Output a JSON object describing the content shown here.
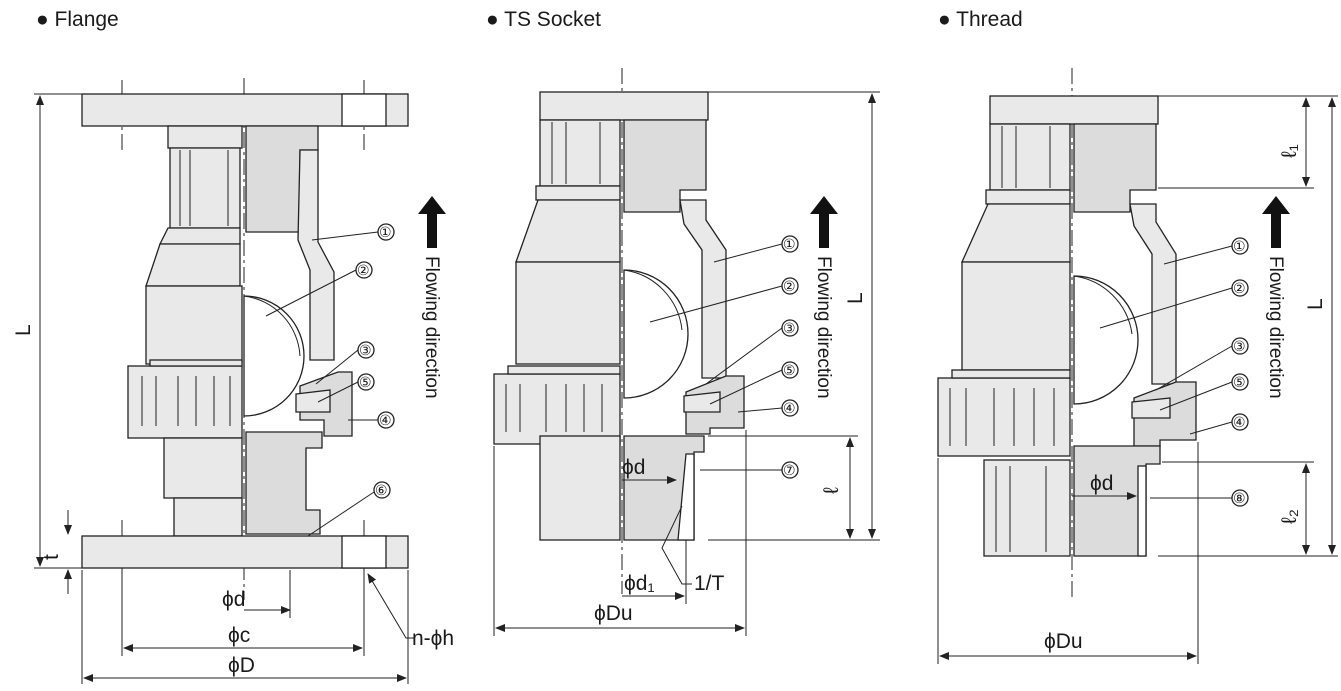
{
  "panels": [
    {
      "title": "● Flange",
      "labels": [
        "L",
        "t",
        "ϕd",
        "ϕc",
        "ϕD",
        "n-ϕh"
      ],
      "parts": [
        "①",
        "②",
        "③",
        "⑤",
        "④",
        "⑥"
      ]
    },
    {
      "title": "● TS Socket",
      "labels": [
        "L",
        "ℓ",
        "ϕd",
        "ϕd₁",
        "ϕDu",
        "1/T"
      ],
      "parts": [
        "①",
        "②",
        "③",
        "⑤",
        "④",
        "⑦"
      ]
    },
    {
      "title": "● Thread",
      "labels": [
        "L",
        "ℓ₁",
        "ℓ₂",
        "ϕd",
        "ϕDu"
      ],
      "parts": [
        "①",
        "②",
        "③",
        "⑤",
        "④",
        "⑧"
      ]
    }
  ],
  "flow_label": "Flowing direction",
  "colors": {
    "line": "#222222",
    "fill": "#e9e9e9",
    "arrow": "#111111"
  }
}
